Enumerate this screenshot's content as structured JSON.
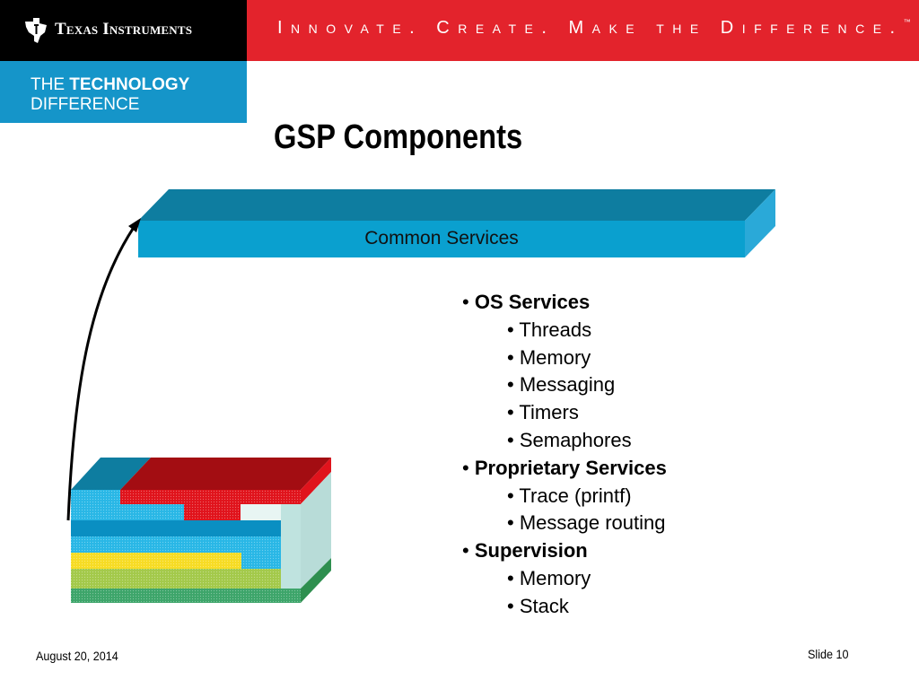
{
  "header": {
    "logo_text": "Texas Instruments",
    "tagline": "Innovate. Create. Make the Difference.",
    "tagline_mark": "™"
  },
  "tech_banner": {
    "line1_prefix": "THE ",
    "line1_bold": "TECHNOLOGY",
    "line2": "DIFFERENCE"
  },
  "slide": {
    "title": "GSP Components",
    "common_services_label": "Common Services"
  },
  "bullets": [
    {
      "level": 1,
      "text": "OS Services",
      "bold": true
    },
    {
      "level": 2,
      "text": "Threads"
    },
    {
      "level": 2,
      "text": "Memory"
    },
    {
      "level": 2,
      "text": "Messaging"
    },
    {
      "level": 2,
      "text": "Timers"
    },
    {
      "level": 2,
      "text": "Semaphores"
    },
    {
      "level": 1,
      "text": "Proprietary Services",
      "bold": true
    },
    {
      "level": 2,
      "text": "Trace (printf)"
    },
    {
      "level": 2,
      "text": "Message routing"
    },
    {
      "level": 1,
      "text": "Supervision",
      "bold": true
    },
    {
      "level": 2,
      "text": "Memory"
    },
    {
      "level": 2,
      "text": "Stack"
    }
  ],
  "footer": {
    "date": "August 20, 2014",
    "slide_number": "Slide 10"
  },
  "colors": {
    "header_red": "#e3232c",
    "banner_blue": "#1595c9",
    "block_teal": "#0e7da0",
    "block_red": "#d8121c",
    "block_yellow": "#f7dc24",
    "block_green": "#a3c94a"
  }
}
